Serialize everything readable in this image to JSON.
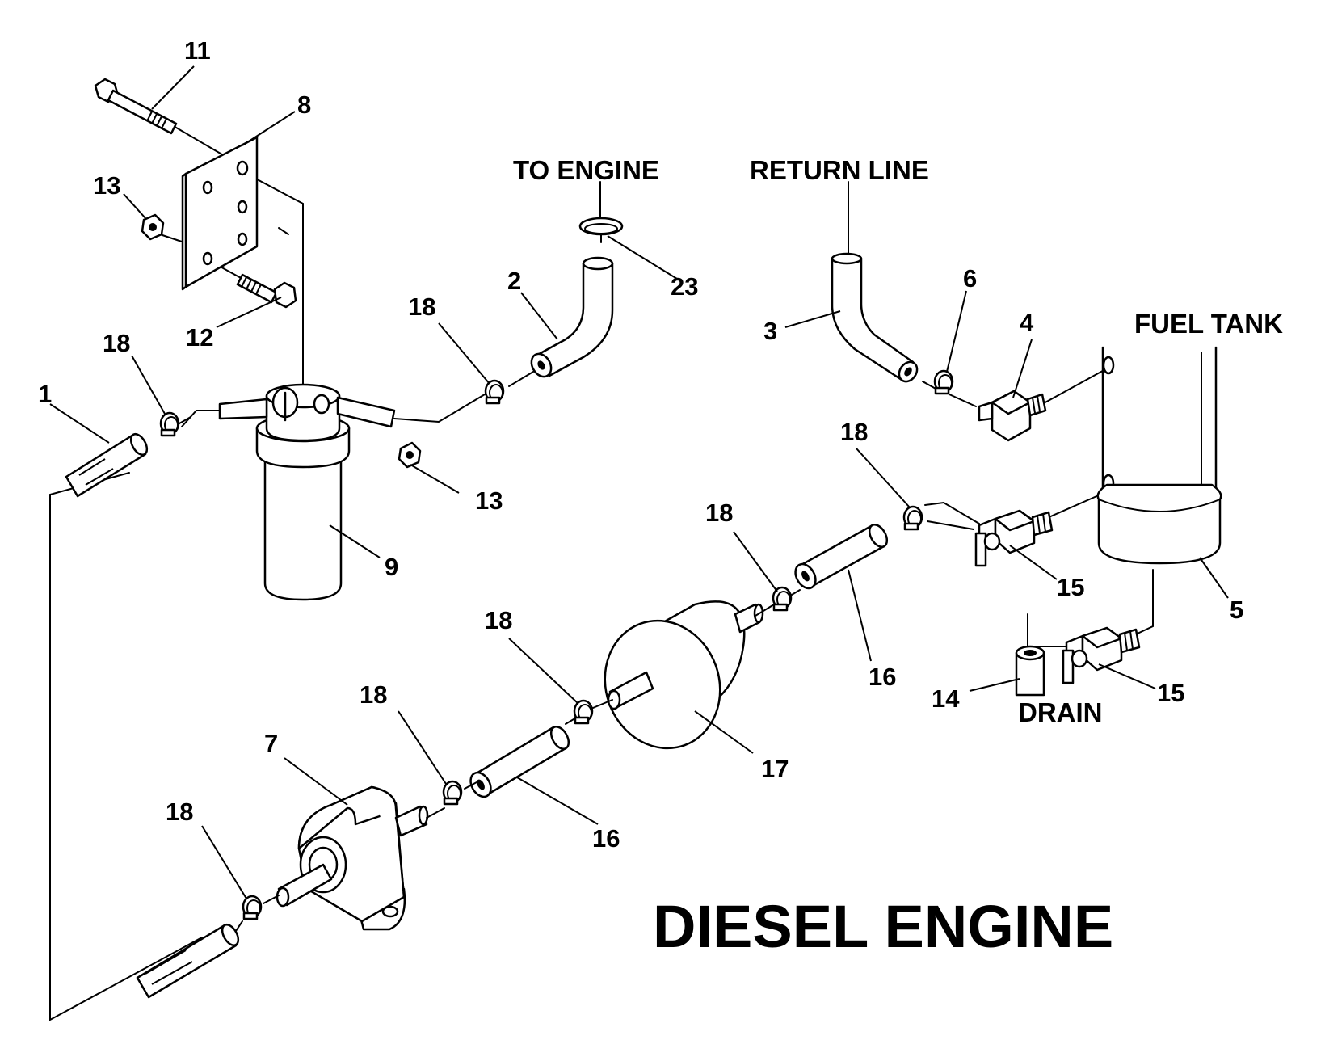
{
  "title": "DIESEL ENGINE",
  "labels": {
    "to_engine": "TO ENGINE",
    "return_line": "RETURN LINE",
    "fuel_tank": "FUEL TANK",
    "drain": "DRAIN"
  },
  "callouts": {
    "c1": "1",
    "c2": "2",
    "c3": "3",
    "c4": "4",
    "c5": "5",
    "c6": "6",
    "c7": "7",
    "c8": "8",
    "c9": "9",
    "c11": "11",
    "c12": "12",
    "c13a": "13",
    "c13b": "13",
    "c14": "14",
    "c15a": "15",
    "c15b": "15",
    "c16a": "16",
    "c16b": "16",
    "c17": "17",
    "c18a": "18",
    "c18b": "18",
    "c18c": "18",
    "c18d": "18",
    "c18e": "18",
    "c18f": "18",
    "c18g": "18",
    "c23": "23"
  }
}
